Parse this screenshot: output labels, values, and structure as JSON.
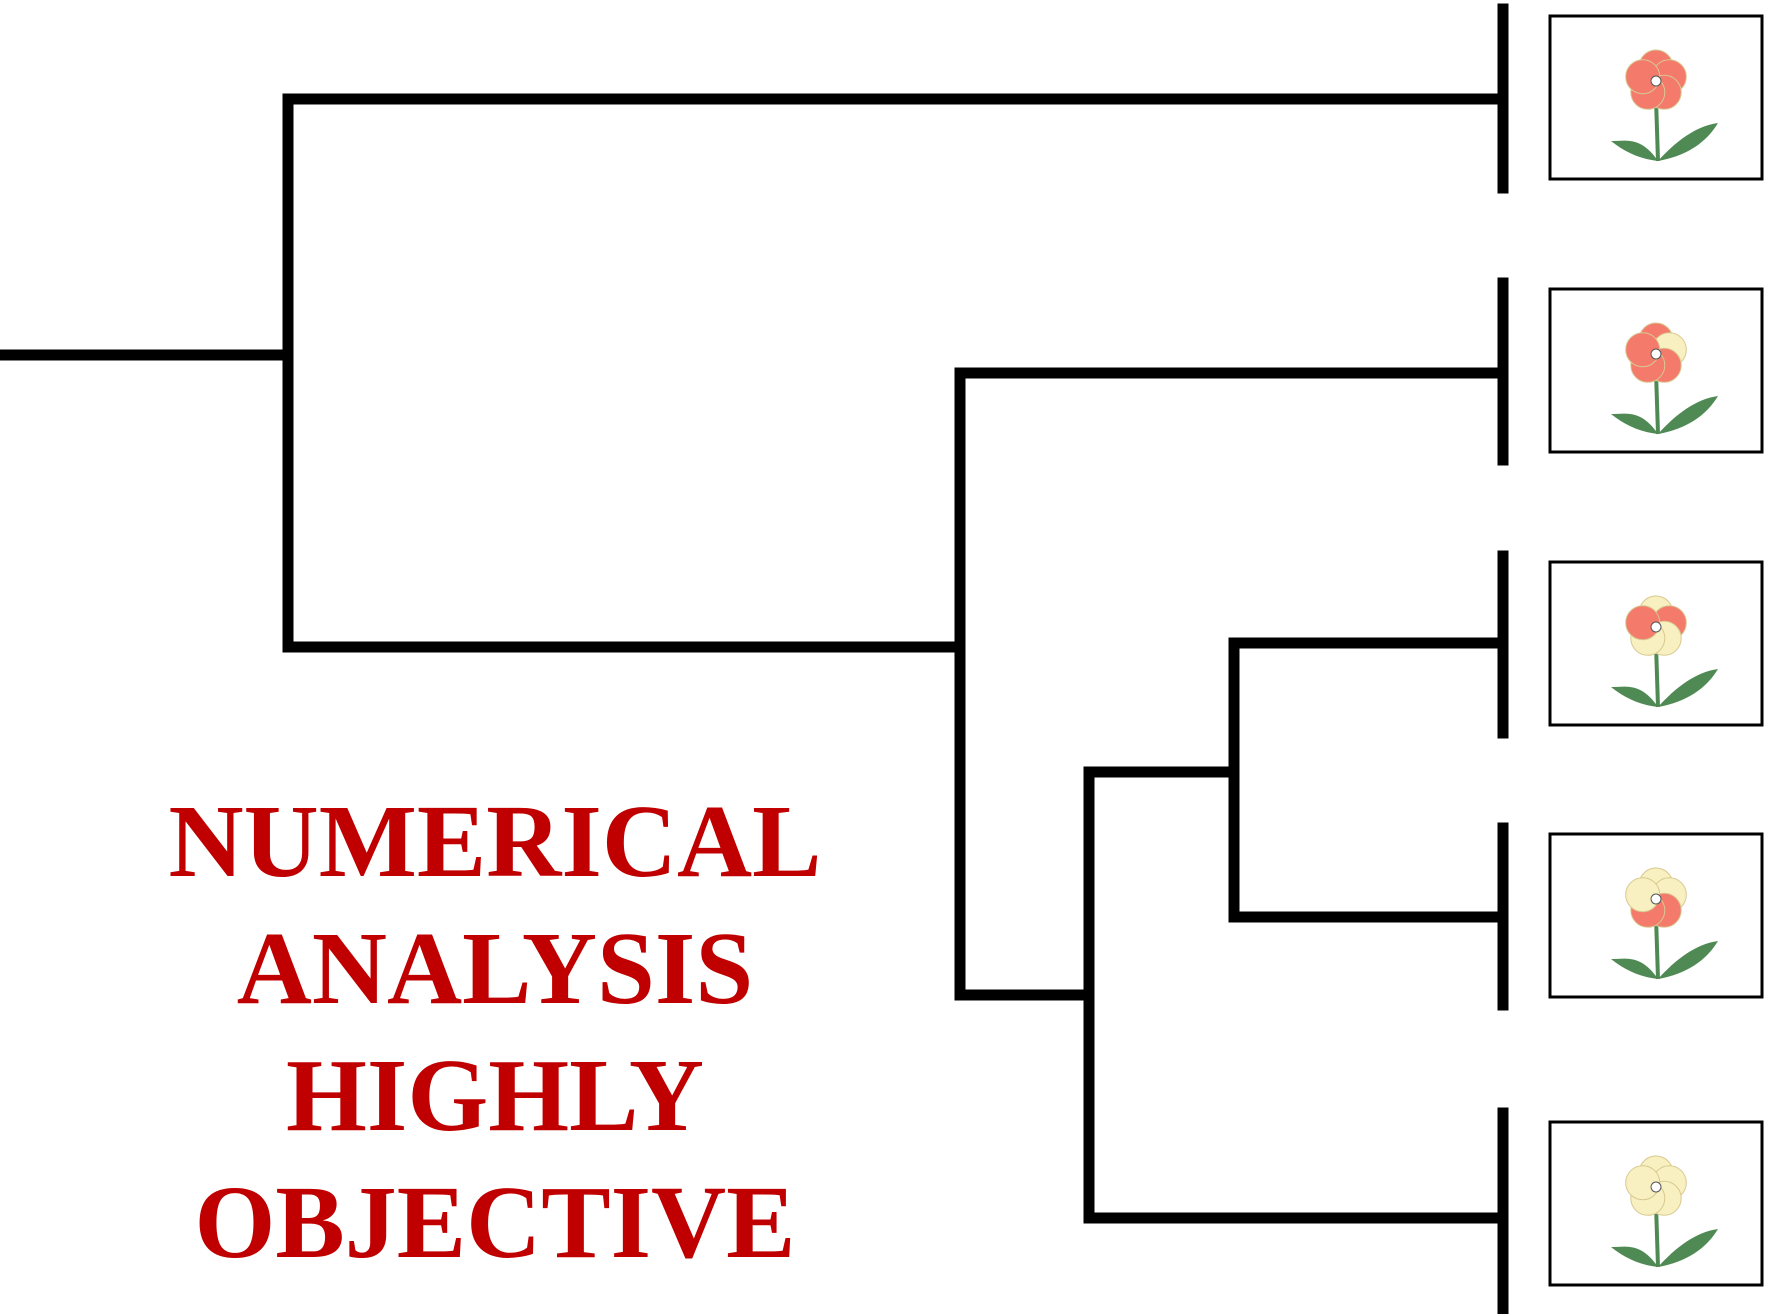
{
  "caption": {
    "lines": [
      "NUMERICAL",
      "ANALYSIS",
      "HIGHLY",
      "OBJECTIVE"
    ],
    "color": "#c00000"
  },
  "tree": {
    "line_color": "#000000",
    "taxa": [
      {
        "name": "flower-all-red",
        "petals": [
          "red",
          "red",
          "red",
          "red",
          "red"
        ]
      },
      {
        "name": "flower-mostly-red",
        "petals": [
          "red",
          "cream",
          "red",
          "red",
          "red"
        ]
      },
      {
        "name": "flower-half-red",
        "petals": [
          "cream",
          "red",
          "cream",
          "cream",
          "red"
        ]
      },
      {
        "name": "flower-lower-red",
        "petals": [
          "cream",
          "cream",
          "red",
          "red",
          "cream"
        ]
      },
      {
        "name": "flower-all-cream",
        "petals": [
          "cream",
          "cream",
          "cream",
          "cream",
          "cream"
        ]
      }
    ]
  },
  "colors": {
    "red": "#f47a6c",
    "cream": "#f8f0c0",
    "leaf": "#4f8a55",
    "frame": "#000000"
  },
  "icons": [
    "flower-icon"
  ]
}
